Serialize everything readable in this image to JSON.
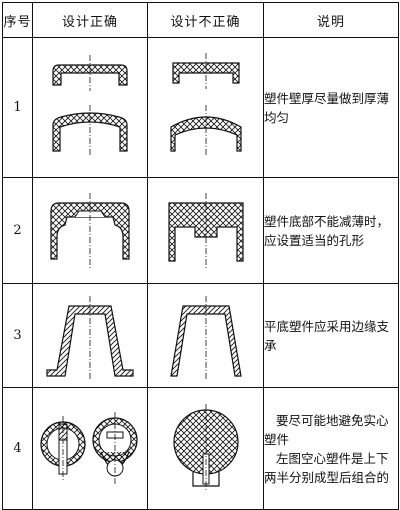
{
  "header": {
    "number": "序号",
    "correct": "设计正确",
    "incorrect": "设计不正确",
    "explanation": "说明"
  },
  "rows": [
    {
      "number": "1",
      "explanation": [
        "塑件壁厚尽量做到厚薄均匀"
      ]
    },
    {
      "number": "2",
      "explanation": [
        "塑件底部不能减薄时，应设置适当的孔形"
      ]
    },
    {
      "number": "3",
      "explanation": [
        "平底塑件应采用边缘支承"
      ]
    },
    {
      "number": "4",
      "explanation": [
        "要尽可能地避免实心塑件",
        "左图空心塑件是上下两半分别成型后组合的"
      ]
    }
  ],
  "colors": {
    "line": "#111111",
    "background": "#ffffff"
  }
}
